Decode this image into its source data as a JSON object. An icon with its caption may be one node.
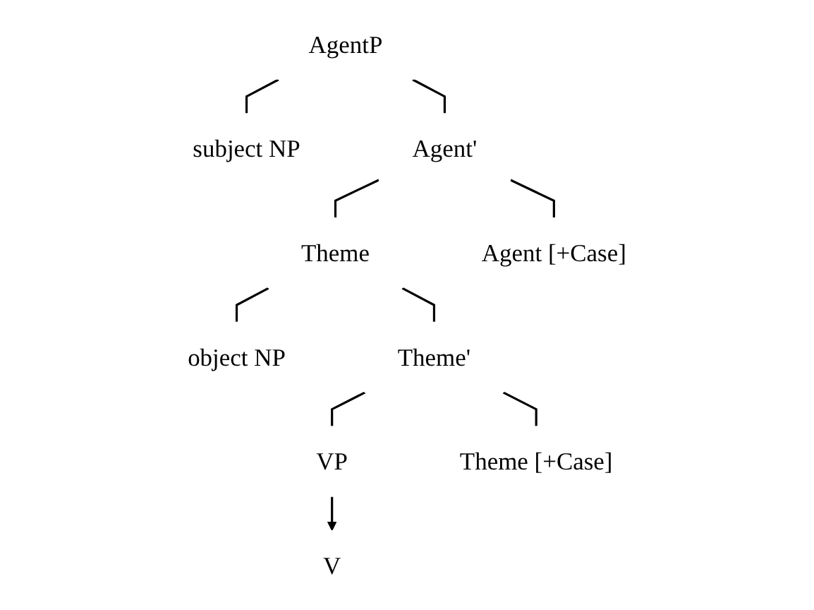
{
  "diagram": {
    "nodes": [
      {
        "text": [
          "AgentP"
        ]
      },
      {
        "text": [
          "subject NP"
        ]
      },
      {
        "text": [
          "Agent'"
        ]
      },
      {
        "text": [
          "Theme"
        ]
      },
      {
        "text": [
          "Agent [+Case]"
        ]
      },
      {
        "text": [
          "object NP"
        ]
      },
      {
        "text": [
          "Theme'"
        ]
      },
      {
        "text": [
          "VP"
        ]
      },
      {
        "text": [
          "Theme [+Case]"
        ]
      },
      {
        "text": [
          "V"
        ]
      }
    ],
    "edges": [
      {
        "from": 0,
        "to": 1,
        "arrow": "none"
      },
      {
        "from": 0,
        "to": 2,
        "arrow": "none"
      },
      {
        "from": 2,
        "to": 3,
        "arrow": "none"
      },
      {
        "from": 2,
        "to": 4,
        "arrow": "none"
      },
      {
        "from": 3,
        "to": 5,
        "arrow": "none"
      },
      {
        "from": 3,
        "to": 6,
        "arrow": "none"
      },
      {
        "from": 6,
        "to": 7,
        "arrow": "none"
      },
      {
        "from": 6,
        "to": 8,
        "arrow": "none"
      },
      {
        "from": 7,
        "to": 9,
        "arrow": "to"
      }
    ]
  }
}
